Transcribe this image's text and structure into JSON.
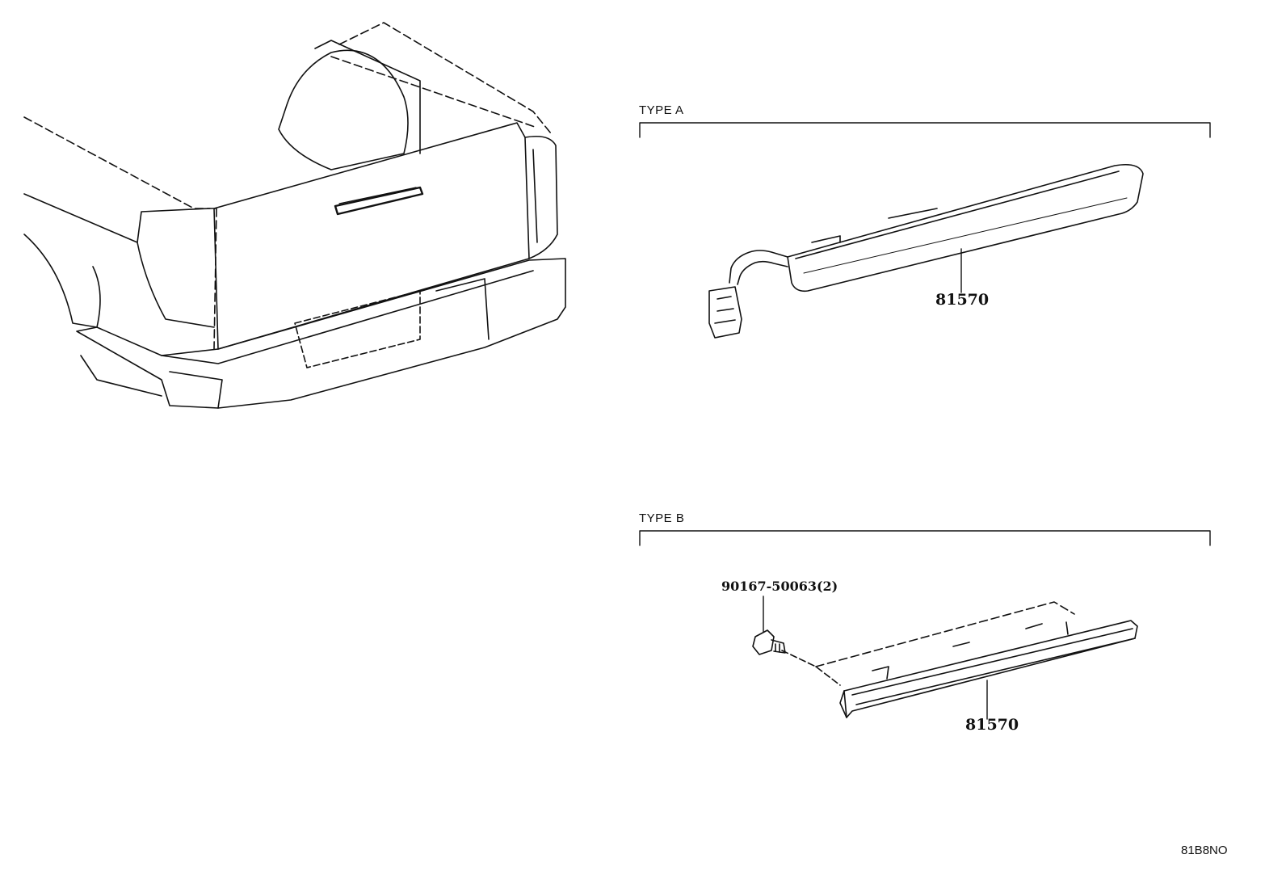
{
  "sections": {
    "type_a": {
      "label": "TYPE A",
      "part_number": "81570"
    },
    "type_b": {
      "label": "TYPE B",
      "part_number": "81570",
      "bolt_part_number": "90167-50063(2)"
    }
  },
  "illustration_code": "81B8NO"
}
